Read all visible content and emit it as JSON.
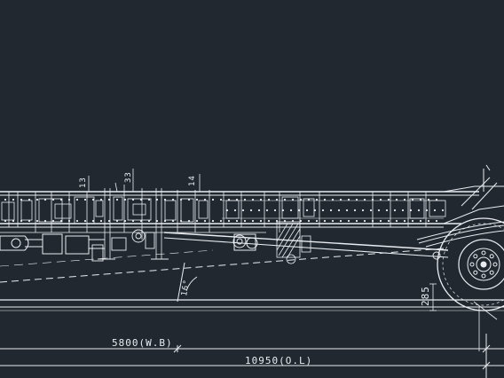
{
  "drawing": {
    "background": "#212830",
    "line_color": "#e9edf2",
    "dimensions": {
      "wheelbase": "5800(W.B)",
      "overall_length": "10950(O.L)",
      "rear_height": "285",
      "mark_1": "13",
      "mark_2": "33",
      "mark_3": "14",
      "angle": "16°"
    }
  }
}
